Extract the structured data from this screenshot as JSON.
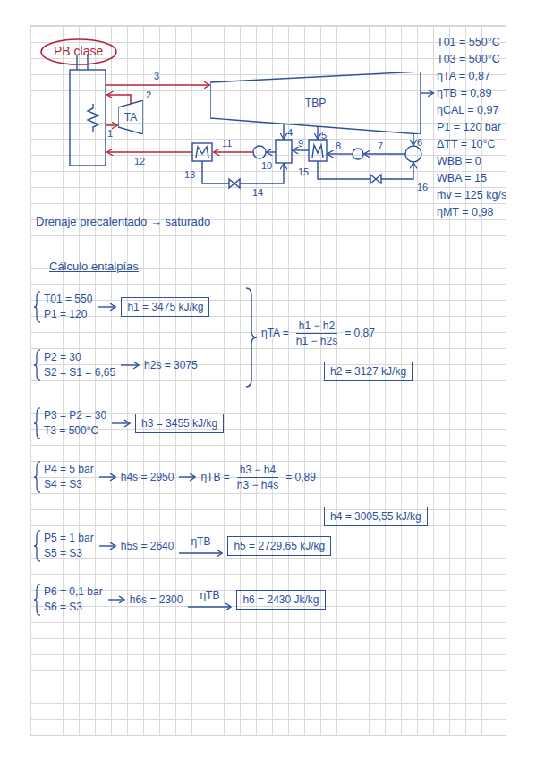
{
  "diagram": {
    "title": "PB clase",
    "nodes": [
      {
        "text": [
          "TA"
        ]
      },
      {
        "text": [
          "TBP"
        ]
      },
      {
        "text": [
          "h1 = 3475 kJ/kg"
        ]
      },
      {
        "text": [
          "h2 = 3127 kJ/kg"
        ]
      },
      {
        "text": [
          "h3 = 3455 kJ/kg"
        ]
      },
      {
        "text": [
          "h4 = 3005,55 kJ/kg"
        ]
      },
      {
        "text": [
          "h5 = 2729,65 kJ/kg"
        ]
      },
      {
        "text": [
          "h6 = 2430 Jk/kg"
        ]
      }
    ],
    "labels": [
      "3",
      "2",
      "1",
      "12",
      "11",
      "10",
      "4",
      "9",
      "5",
      "6",
      "7",
      "8",
      "13",
      "14",
      "15",
      "16",
      "T01 = 550°C",
      "T03 = 500°C",
      "ηTA = 0,87",
      "ηTB = 0,89",
      "ηCAL = 0,97",
      "P1 = 120 bar",
      "ΔTT = 10°C",
      "WBB = 0",
      "WBA = 15",
      "ṁv = 125 kg/s",
      "ηMT = 0,98",
      "Drenaje precalentado → saturado",
      "Cálculo entalpías",
      "T01 = 550",
      "P1 = 120",
      "P2 = 30",
      "S2 = S1 = 6,65",
      "h2s = 3075",
      "ηTA =",
      "h1 − h2",
      "h1 − h2s",
      "= 0,87",
      "P3 = P2 = 30",
      "T3 = 500°C",
      "P4 = 5 bar",
      "S4 = S3",
      "h4s = 2950",
      "ηTB =",
      "h3 − h4",
      "h3 − h4s",
      "= 0,89",
      "P5 = 1 bar",
      "S5 = S3",
      "h5s = 2640",
      "ηTB",
      "P6 = 0,1 bar",
      "S6 = S3",
      "h6s = 2300",
      "ηTB"
    ]
  }
}
